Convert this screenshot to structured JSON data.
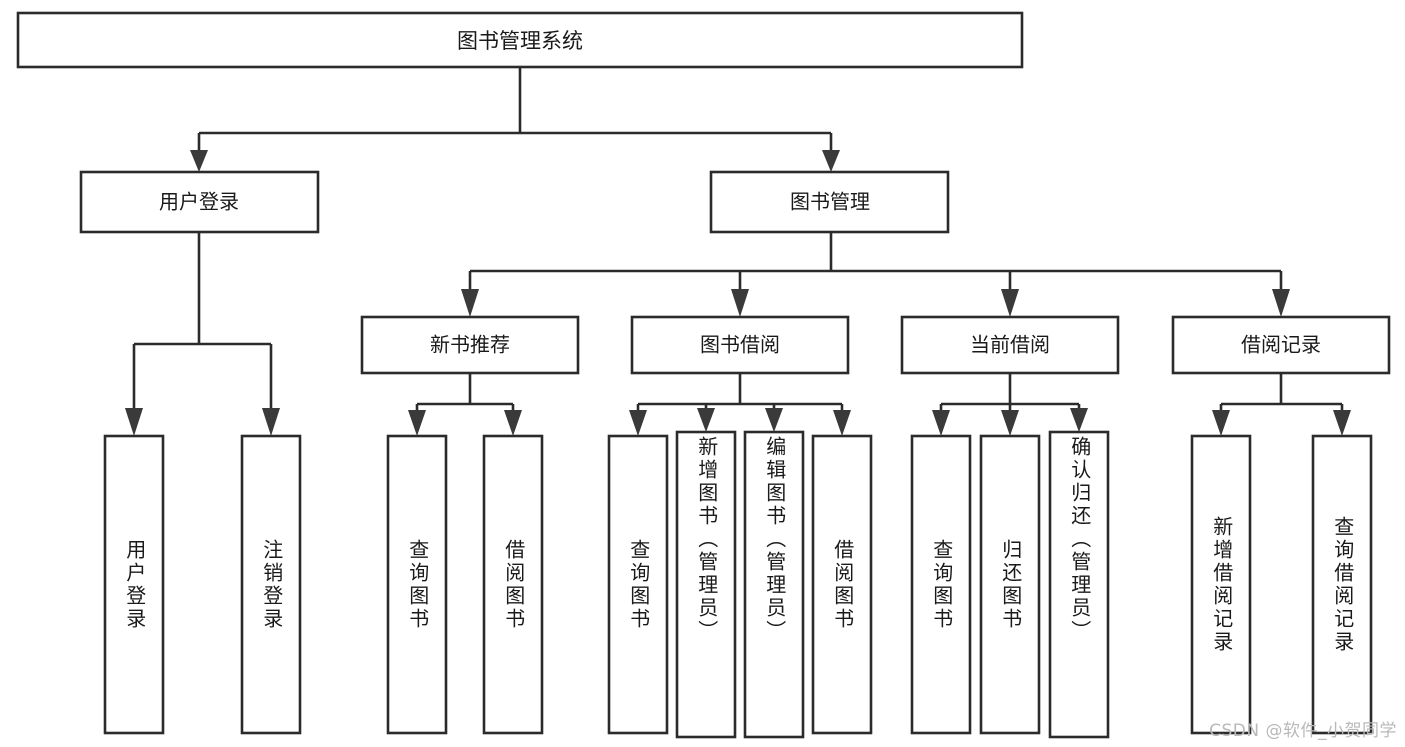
{
  "diagram": {
    "title": "图书管理系统",
    "type": "hierarchy-tree",
    "watermark": "CSDN @软件_小贺同学",
    "colors": {
      "box_stroke": "#2b2b2b",
      "box_fill": "#ffffff",
      "connector": "#2b2b2b",
      "text": "#1a1a1a",
      "watermark": "#b9b9b9",
      "background": "#ffffff"
    },
    "root": {
      "label": "图书管理系统"
    },
    "level2": [
      {
        "label": "用户登录"
      },
      {
        "label": "图书管理"
      }
    ],
    "level3": [
      {
        "label": "新书推荐"
      },
      {
        "label": "图书借阅"
      },
      {
        "label": "当前借阅"
      },
      {
        "label": "借阅记录"
      }
    ],
    "leaves": {
      "user_login": [
        {
          "label": "用户登录"
        },
        {
          "label": "注销登录"
        }
      ],
      "new_book_recommend": [
        {
          "label": "查询图书"
        },
        {
          "label": "借阅图书"
        }
      ],
      "book_borrow": [
        {
          "label": "查询图书"
        },
        {
          "label": "新增图书（管理员）"
        },
        {
          "label": "编辑图书（管理员）"
        },
        {
          "label": "借阅图书"
        }
      ],
      "current_borrow": [
        {
          "label": "查询图书"
        },
        {
          "label": "归还图书"
        },
        {
          "label": "确认归还（管理员）"
        }
      ],
      "borrow_record": [
        {
          "label": "新增借阅记录"
        },
        {
          "label": "查询借阅记录"
        }
      ]
    }
  }
}
